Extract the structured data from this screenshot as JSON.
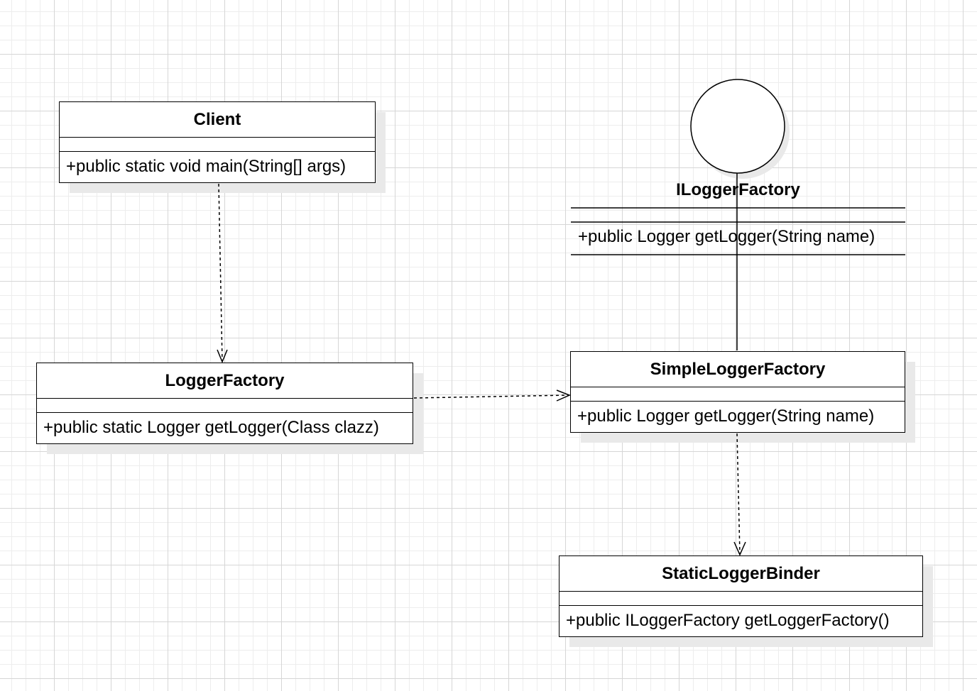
{
  "classes": {
    "client": {
      "name": "Client",
      "operation": "+public static void main(String[] args)"
    },
    "logger_factory": {
      "name": "LoggerFactory",
      "operation": "+public static Logger getLogger(Class clazz)"
    },
    "simple_logger_factory": {
      "name": "SimpleLoggerFactory",
      "operation": "+public Logger getLogger(String name)"
    },
    "static_logger_binder": {
      "name": "StaticLoggerBinder",
      "operation": "+public ILoggerFactory getLoggerFactory()"
    }
  },
  "interface": {
    "name": "ILoggerFactory",
    "operation": "+public Logger getLogger(String name)"
  },
  "relations": [
    {
      "from": "Client",
      "to": "LoggerFactory",
      "type": "dependency"
    },
    {
      "from": "LoggerFactory",
      "to": "SimpleLoggerFactory",
      "type": "dependency"
    },
    {
      "from": "SimpleLoggerFactory",
      "to": "StaticLoggerBinder",
      "type": "dependency"
    },
    {
      "from": "SimpleLoggerFactory",
      "to": "ILoggerFactory",
      "type": "realization"
    }
  ]
}
